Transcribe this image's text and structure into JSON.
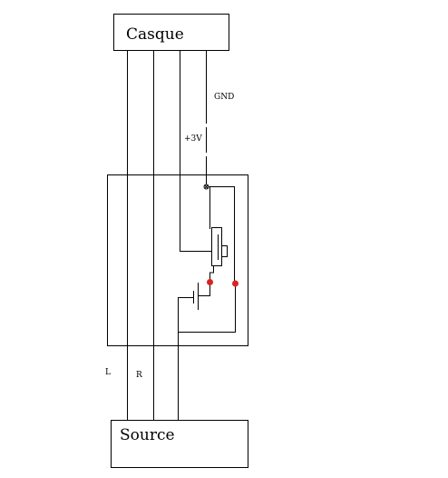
{
  "blocks": {
    "top_label": "Casque",
    "bottom_label": "Source"
  },
  "labels": {
    "gnd": "GND",
    "plus3v": "+3V",
    "left": "L",
    "right": "R"
  },
  "colors": {
    "line": "#000000",
    "contact_dot": "#e02020"
  }
}
